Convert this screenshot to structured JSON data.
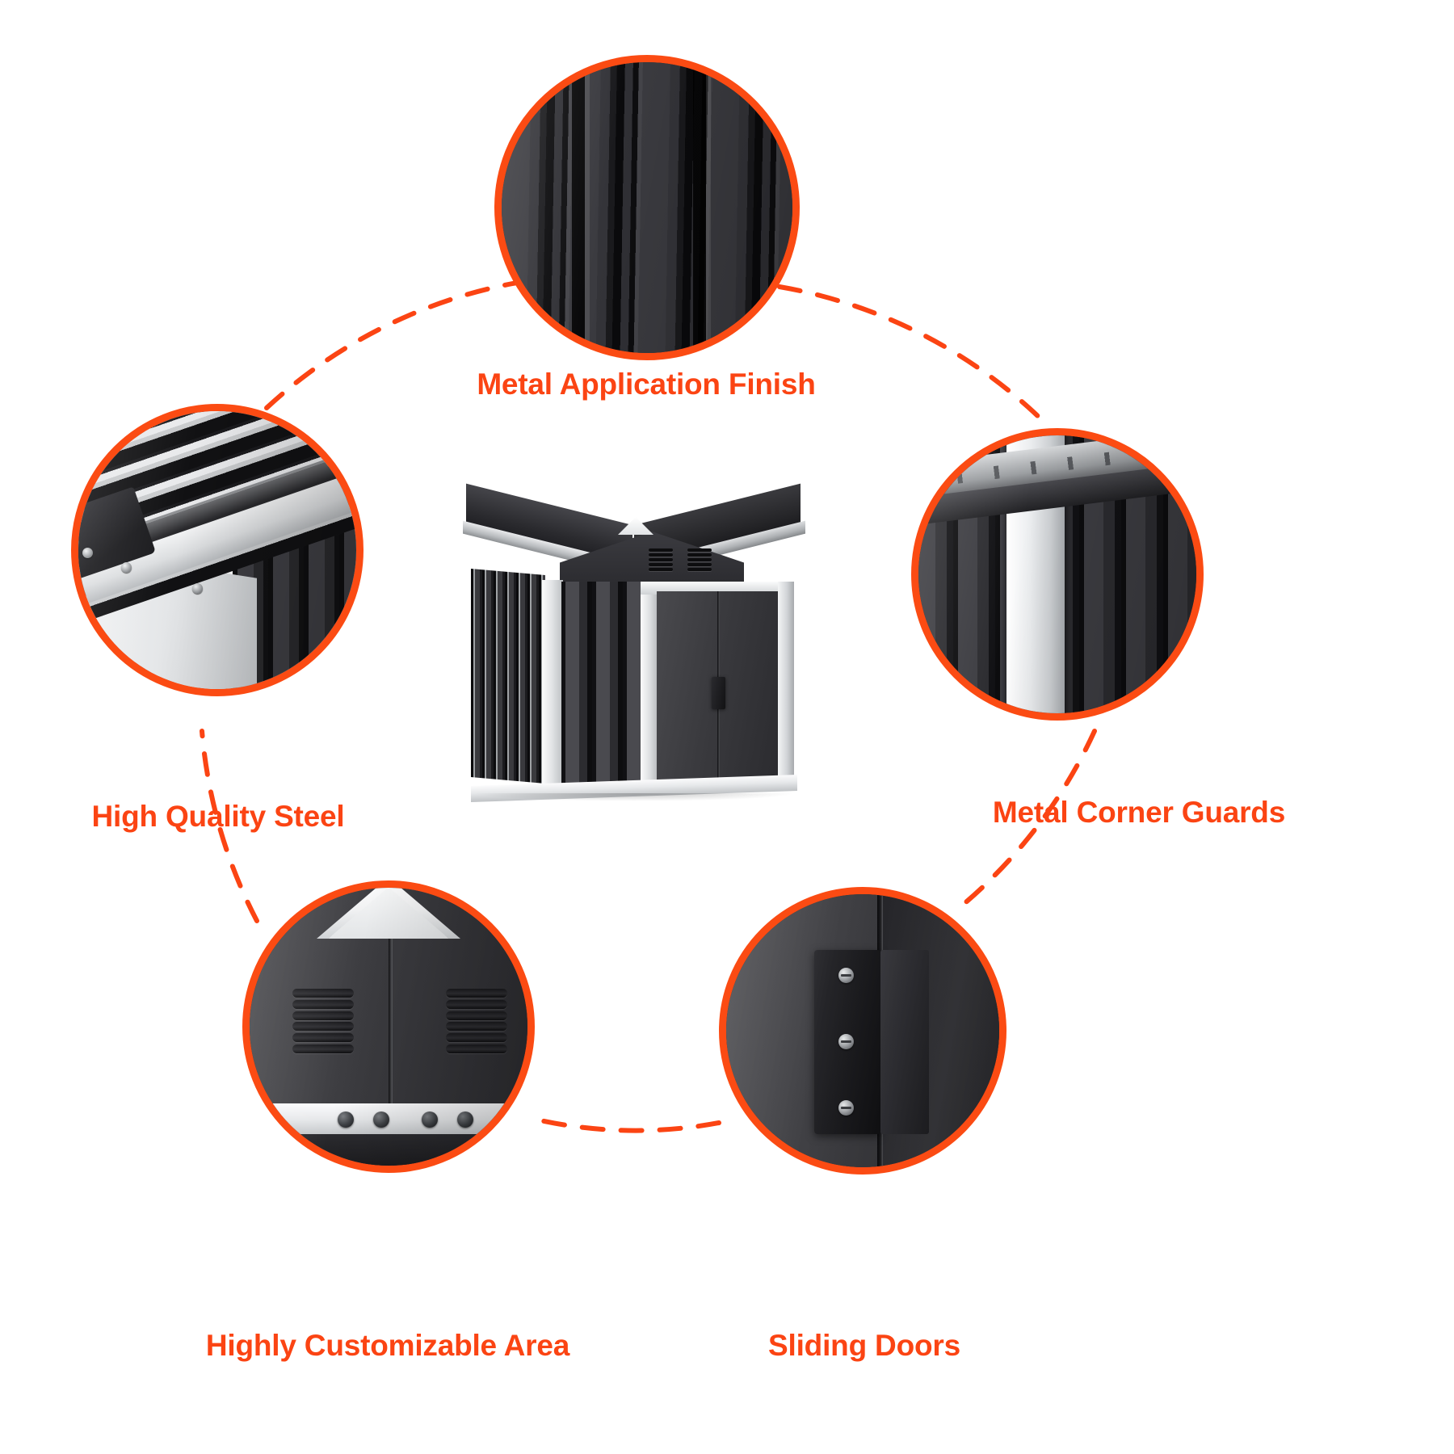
{
  "meta": {
    "product": "Outdoor Metal Storage Shed",
    "accent_color": "#FB4413",
    "background_color": "#FFFFFF"
  },
  "features": [
    {
      "id": "metal-application-finish",
      "label": "Metal Application Finish",
      "position": "top-center",
      "icon": "corrugated-metal-panel-closeup"
    },
    {
      "id": "high-quality-steel",
      "label": "High Quality Steel",
      "position": "left",
      "icon": "steel-roof-beam-closeup"
    },
    {
      "id": "metal-corner-guards",
      "label": "Metal Corner Guards",
      "position": "right",
      "icon": "corner-guard-closeup"
    },
    {
      "id": "highly-customizable-area",
      "label": "Highly Customizable Area",
      "position": "bottom-left",
      "icon": "vented-gable-base-closeup"
    },
    {
      "id": "sliding-doors",
      "label": "Sliding Doors",
      "position": "bottom-right",
      "icon": "door-handle-closeup"
    }
  ],
  "center_product": {
    "name": "Metal Garden Shed",
    "alt": "Dark gray metal storage shed with gable roof and double sliding doors"
  }
}
